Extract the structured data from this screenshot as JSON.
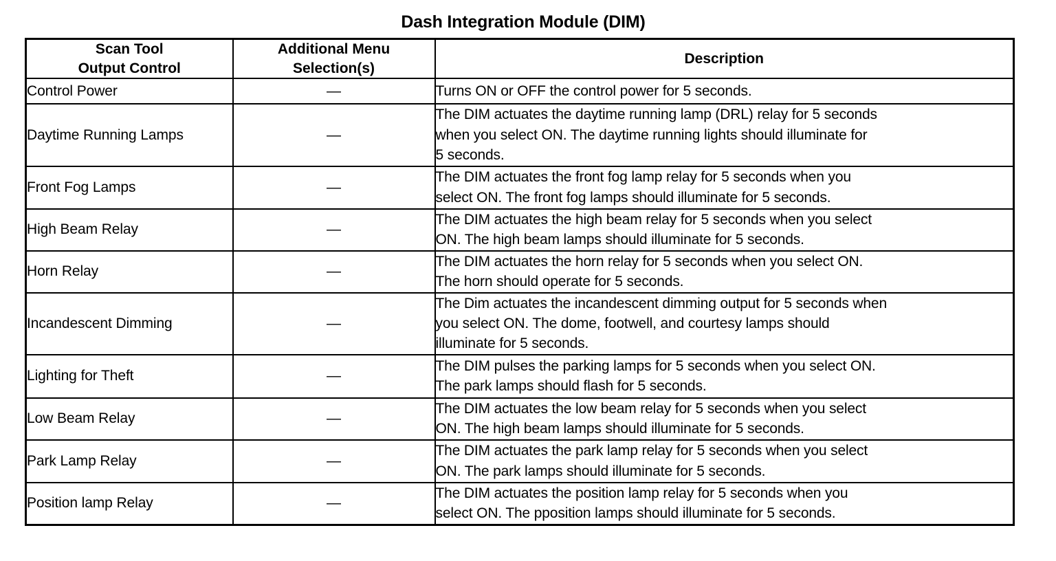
{
  "document": {
    "title": "Dash Integration Module (DIM)"
  },
  "table": {
    "headers": [
      {
        "line1": "Scan Tool",
        "line2": "Output Control"
      },
      {
        "line1": "Additional Menu",
        "line2": "Selection(s)"
      },
      {
        "line1": "Description",
        "line2": ""
      }
    ],
    "header_labels": {
      "col1": "Scan Tool Output Control",
      "col2": "Additional Menu Selection(s)",
      "col3": "Description"
    },
    "dash": "—",
    "rows": [
      {
        "control": "Control Power",
        "menu": "—",
        "description": "Turns ON or OFF the control power for 5 seconds.",
        "desc_lines": [
          "Turns ON or OFF the control power for 5 seconds."
        ]
      },
      {
        "control": "Daytime Running Lamps",
        "menu": "—",
        "description": "The DIM actuates the daytime running lamp (DRL) relay for 5 seconds when you select ON. The daytime running lights should illuminate for 5 seconds.",
        "desc_lines": [
          "The DIM actuates the daytime running lamp (DRL) relay for 5 seconds",
          "when you select ON. The daytime running lights should illuminate for",
          "5 seconds."
        ]
      },
      {
        "control": "Front Fog Lamps",
        "menu": "—",
        "description": "The DIM actuates the front fog lamp relay for 5 seconds when you select ON. The front fog lamps should illuminate for 5 seconds.",
        "desc_lines": [
          "The DIM actuates the front fog lamp relay for 5 seconds when you",
          "select ON. The front fog lamps should illuminate for 5 seconds."
        ]
      },
      {
        "control": "High Beam Relay",
        "menu": "—",
        "description": "The DIM actuates the high beam relay for 5 seconds when you select ON. The high beam lamps should illuminate for 5 seconds.",
        "desc_lines": [
          "The DIM actuates the high beam relay for 5 seconds when you select",
          "ON. The high beam lamps should illuminate for 5 seconds."
        ]
      },
      {
        "control": "Horn Relay",
        "menu": "—",
        "description": "The DIM actuates the horn relay for 5 seconds when you select ON. The horn should operate for 5 seconds.",
        "desc_lines": [
          "The DIM actuates the horn relay for 5 seconds when you select ON.",
          "The horn should operate for 5 seconds."
        ]
      },
      {
        "control": "Incandescent Dimming",
        "menu": "—",
        "description": "The Dim actuates the incandescent dimming output for 5 seconds when you select ON. The dome, footwell, and courtesy lamps should illuminate for 5 seconds.",
        "desc_lines": [
          "The Dim actuates the incandescent dimming output for 5 seconds when",
          "you select ON. The dome, footwell, and courtesy lamps should",
          "illuminate for 5 seconds."
        ]
      },
      {
        "control": "Lighting for Theft",
        "menu": "—",
        "description": "The DIM pulses the parking lamps for 5 seconds when you select ON. The park lamps should flash for 5 seconds.",
        "desc_lines": [
          "The DIM pulses the parking lamps for 5 seconds when you select ON.",
          "The park lamps should flash for 5 seconds."
        ]
      },
      {
        "control": "Low Beam Relay",
        "menu": "—",
        "description": "The DIM actuates the low beam relay for 5 seconds when you select ON. The high beam lamps should illuminate for 5 seconds.",
        "desc_lines": [
          "The DIM actuates the low beam relay for 5 seconds when you select",
          "ON. The high beam lamps should illuminate for 5 seconds."
        ]
      },
      {
        "control": "Park Lamp Relay",
        "menu": "—",
        "description": "The DIM actuates the park lamp relay for 5 seconds when you select ON. The park lamps should illuminate for 5 seconds.",
        "desc_lines": [
          "The DIM actuates the park lamp relay for 5 seconds when you select",
          "ON. The park lamps should illuminate for 5 seconds."
        ]
      },
      {
        "control": "Position lamp Relay",
        "menu": "—",
        "description": "The DIM actuates the position lamp relay for 5 seconds when you select ON. The pposition lamps should illuminate for 5 seconds.",
        "desc_lines": [
          "The DIM actuates the position lamp relay for 5 seconds when you",
          "select ON. The pposition lamps should illuminate for 5 seconds."
        ]
      }
    ]
  }
}
